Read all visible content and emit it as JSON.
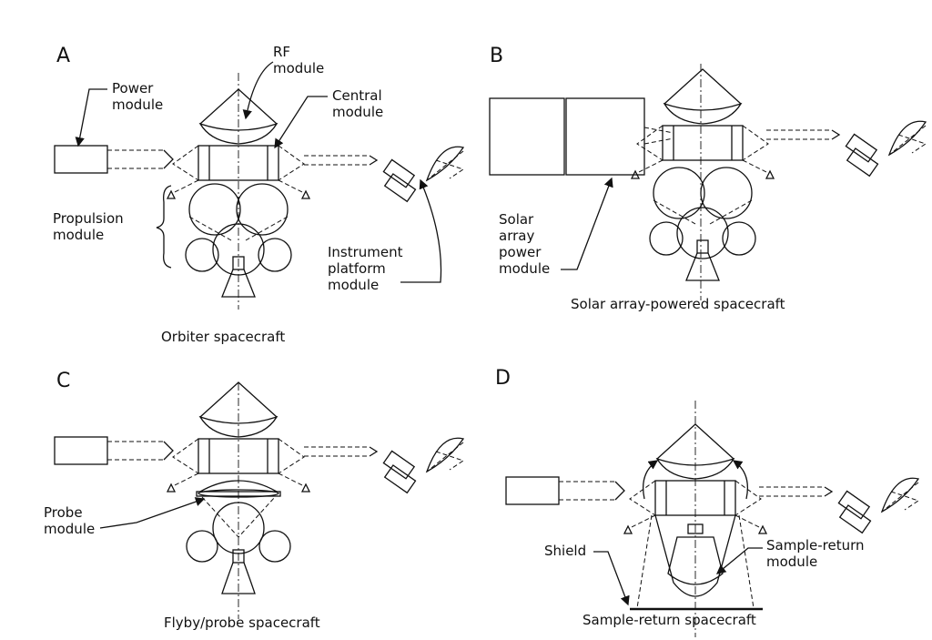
{
  "panels": [
    {
      "letter": "A",
      "caption": "Orbiter spacecraft",
      "labels": {
        "rf_module": [
          "RF",
          "module"
        ],
        "power_module": [
          "Power",
          "module"
        ],
        "central_module": [
          "Central",
          "module"
        ],
        "propulsion_module": [
          "Propulsion",
          "module"
        ],
        "instrument_platform_module": [
          "Instrument",
          "platform",
          "module"
        ]
      }
    },
    {
      "letter": "B",
      "caption": "Solar array-powered spacecraft",
      "labels": {
        "solar_array_power_module": [
          "Solar",
          "array",
          "power",
          "module"
        ]
      }
    },
    {
      "letter": "C",
      "caption": "Flyby/probe spacecraft",
      "labels": {
        "probe_module": [
          "Probe",
          "module"
        ]
      }
    },
    {
      "letter": "D",
      "caption": "Sample-return spacecraft",
      "labels": {
        "shield": [
          "Shield"
        ],
        "sample_return_module": [
          "Sample-return",
          "module"
        ]
      }
    }
  ]
}
